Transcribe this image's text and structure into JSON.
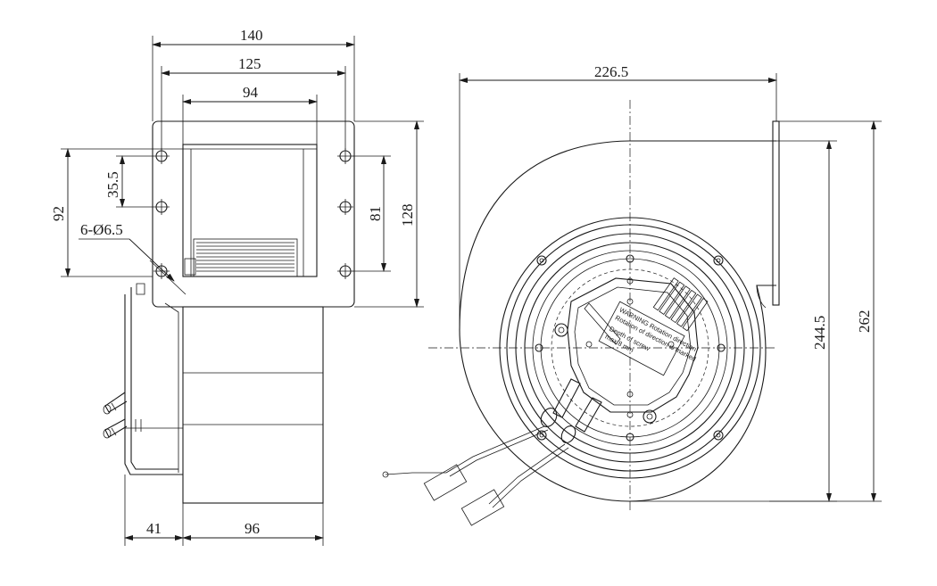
{
  "dimensions": {
    "width_140": "140",
    "width_125": "125",
    "width_94": "94",
    "height_92": "92",
    "pitch_35_5": "35.5",
    "holes": "6-Ø6.5",
    "pitch_81": "81",
    "height_128": "128",
    "depth_41": "41",
    "depth_96": "96",
    "width_226_5": "226.5",
    "height_244_5": "244.5",
    "height_262": "262"
  },
  "label_text": {
    "line1": "WARNING Rotation direction",
    "line2": "Rotation of direction is marked",
    "line3": "Depth of screw",
    "line4": "max.8 mm"
  }
}
